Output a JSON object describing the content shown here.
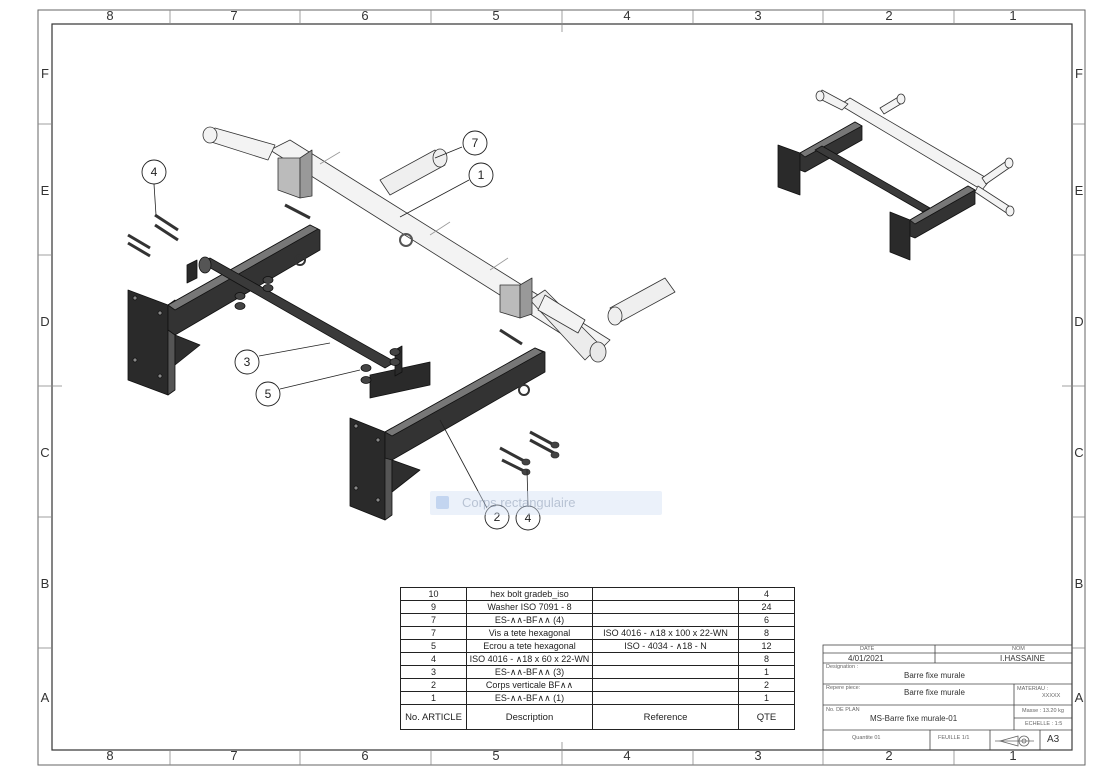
{
  "zones": {
    "top": [
      "8",
      "7",
      "6",
      "5",
      "4",
      "3",
      "2",
      "1"
    ],
    "bottom": [
      "8",
      "7",
      "6",
      "5",
      "4",
      "3",
      "2",
      "1"
    ],
    "left": [
      "F",
      "E",
      "D",
      "C",
      "B",
      "A"
    ],
    "right": [
      "F",
      "E",
      "D",
      "C",
      "B",
      "A"
    ]
  },
  "balloons": [
    "7",
    "1",
    "4",
    "3",
    "5",
    "2",
    "4"
  ],
  "ghost_tooltip": "Corps rectangulaire",
  "bom": {
    "headers": {
      "no": "No. ARTICLE",
      "description": "Description",
      "reference": "Reference",
      "qty": "QTE"
    },
    "rows": [
      {
        "no": "10",
        "description": "hex bolt gradeb_iso",
        "reference": "",
        "qty": "4"
      },
      {
        "no": "9",
        "description": "Washer ISO 7091 - 8",
        "reference": "",
        "qty": "24"
      },
      {
        "no": "7",
        "description": "ES-∧∧-BF∧∧ (4)",
        "reference": "",
        "qty": "6"
      },
      {
        "no": "7",
        "description": "Vis a tete hexagonal",
        "reference": "ISO 4016 - ∧18 x 100 x 22-WN",
        "qty": "8"
      },
      {
        "no": "5",
        "description": "Ecrou a tete hexagonal",
        "reference": "ISO - 4034 - ∧18 - N",
        "qty": "12"
      },
      {
        "no": "4",
        "description": "ISO 4016 - ∧18 x 60 x 22-WN",
        "reference": "",
        "qty": "8"
      },
      {
        "no": "3",
        "description": "ES-∧∧-BF∧∧ (3)",
        "reference": "",
        "qty": "1"
      },
      {
        "no": "2",
        "description": "Corps verticale BF∧∧",
        "reference": "",
        "qty": "2"
      },
      {
        "no": "1",
        "description": "ES-∧∧-BF∧∧ (1)",
        "reference": "",
        "qty": "1"
      }
    ]
  },
  "title_block": {
    "date_label": "DATE",
    "date": "4/01/2021",
    "nom_label": "NOM",
    "nom": "I.HASSAINE",
    "designation_label": "Designation :",
    "designation": "Barre fixe murale",
    "repere_label": "Repere piece:",
    "repere": "Barre fixe murale",
    "materiau_label": "MATERIAU :",
    "materiau": "XXXXX",
    "no_plan_label": "No. DE PLAN",
    "no_plan": "MS-Barre fixe murale-01",
    "masse": "Masse : 13.20 kg",
    "echelle": "ECHELLE : 1:5",
    "quantite": "Quantite 01",
    "feuille": "FEUILLE 1/1",
    "format": "A3"
  }
}
